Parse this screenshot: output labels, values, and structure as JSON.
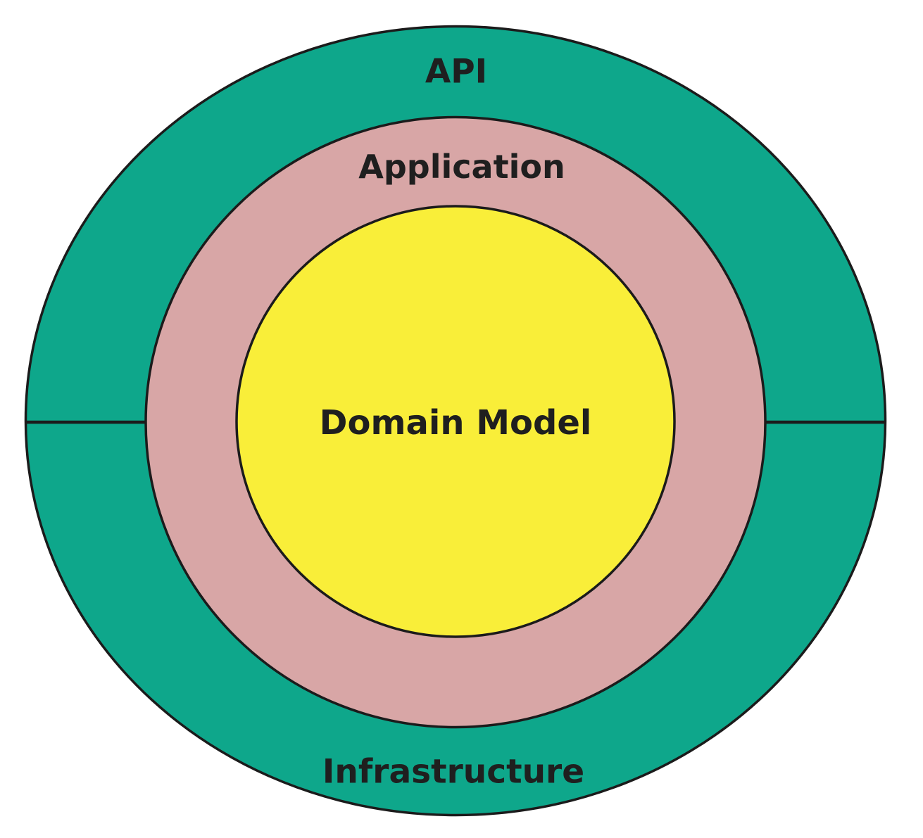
{
  "diagram": {
    "layers": {
      "api": "API",
      "application": "Application",
      "domain_model": "Domain Model",
      "infrastructure": "Infrastructure"
    },
    "colors": {
      "outer_ring": "#0ea78b",
      "application_ring": "#d8a6a6",
      "domain_circle": "#f9ee39",
      "outline": "#1b1b1b",
      "label_text": "#1f1f1f",
      "background": "#ffffff"
    }
  }
}
